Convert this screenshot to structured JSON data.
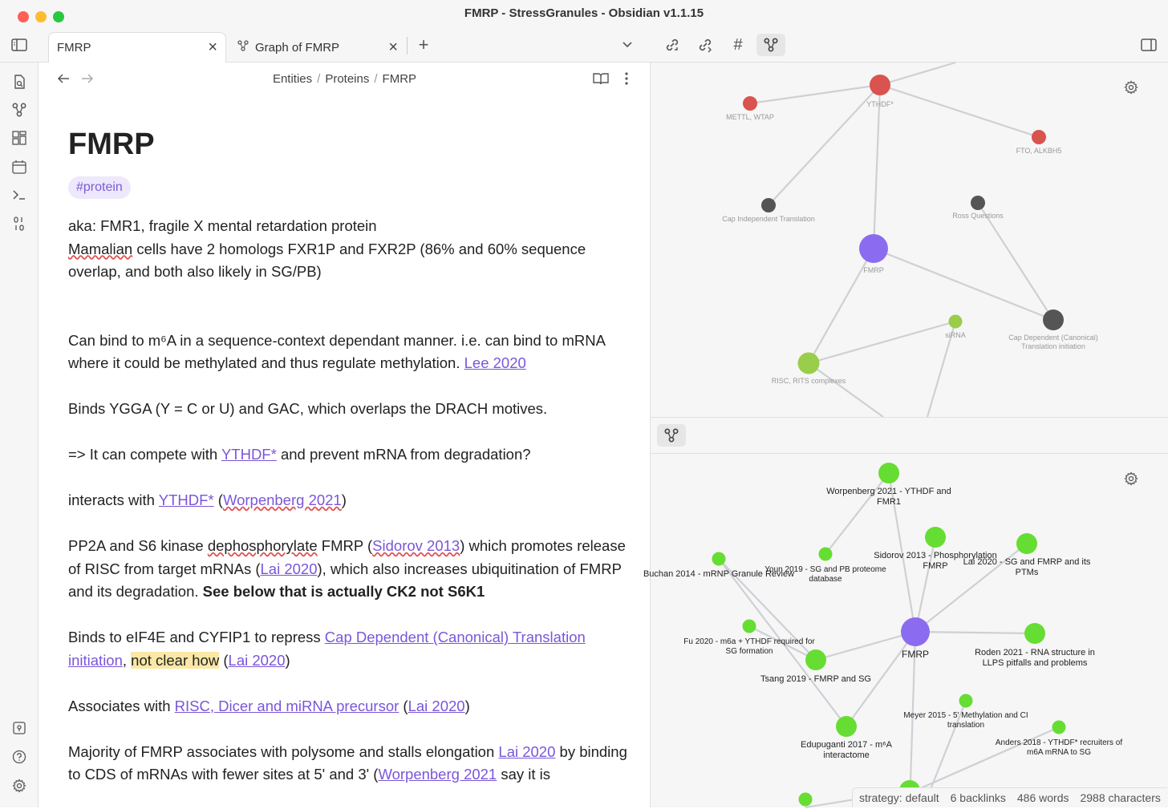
{
  "window": {
    "title": "FMRP - StressGranules - Obsidian v1.1.15"
  },
  "tabs": [
    {
      "label": "FMRP"
    },
    {
      "label": "Graph of FMRP"
    }
  ],
  "breadcrumb": [
    "Entities",
    "Proteins",
    "FMRP"
  ],
  "note": {
    "title": "FMRP",
    "tag": "#protein",
    "aka": "aka: FMR1, fragile X mental retardation protein",
    "homologs_a": "Mamalian",
    "homologs_b": " cells have 2 homologs FXR1P and FXR2P (86% and 60% sequence overlap, and both also likely in SG/PB)",
    "m6a_text": "Can bind to m⁶A in a sequence-context dependant manner. i.e. can bind to mRNA where it could be methylated and thus regulate methylation. ",
    "m6a_link": "Lee 2020",
    "ygga": "Binds YGGA (Y = C or U) and GAC, which overlaps the DRACH motives.",
    "compete_a": "=> It can compete with ",
    "compete_link": "YTHDF*",
    "compete_b": " and prevent mRNA from degradation?",
    "interacts_a": "interacts with ",
    "interacts_link1": "YTHDF*",
    "interacts_mid": " (",
    "interacts_link2": "Worpenberg 2021",
    "interacts_end": ")",
    "pp2a_a": "PP2A and S6 kinase ",
    "pp2a_spell": "dephosphorylate",
    "pp2a_b": " FMRP (",
    "pp2a_link1": "Sidorov 2013",
    "pp2a_c": ") which promotes release of RISC from target mRNAs (",
    "pp2a_link2": "Lai 2020",
    "pp2a_d": "), which also increases ubiquitination of FMRP and its degradation. ",
    "pp2a_bold": "See below that is actually CK2 not S6K1",
    "eif_a": "Binds to eIF4E and CYFIP1 to repress ",
    "eif_link": "Cap Dependent (Canonical) Translation initiation",
    "eif_b": ", ",
    "eif_hl": "not clear how",
    "eif_c": " (",
    "eif_link2": "Lai 2020",
    "eif_d": ")",
    "risc_a": "Associates with ",
    "risc_link": "RISC, Dicer and miRNA precursor",
    "risc_b": " (",
    "risc_link2": "Lai 2020",
    "risc_c": ")",
    "poly_a": "Majority of FMRP associates with polysome and stalls elongation ",
    "poly_link": "Lai 2020",
    "poly_b": " by binding to CDS of mRNAs with fewer sites at 5' and 3' (",
    "poly_link2": "Worpenberg 2021",
    "poly_c": " say it is"
  },
  "local_graph": {
    "nodes": [
      {
        "label": "YTHDF*",
        "color": "#d9534f"
      },
      {
        "label": "METTL, WTAP",
        "color": "#d9534f"
      },
      {
        "label": "FTO, ALKBH5",
        "color": "#d9534f"
      },
      {
        "label": "Cap Independent Translation",
        "color": "#555555"
      },
      {
        "label": "Ross Questions",
        "color": "#555555"
      },
      {
        "label": "FMRP",
        "color": "#8b6cf0"
      },
      {
        "label": "siRNA",
        "color": "#9acd4a"
      },
      {
        "label": "Cap Dependent (Canonical)",
        "color": "#555555"
      },
      {
        "label": "Translation initiation",
        "color": "#555555"
      },
      {
        "label": "RISC, RITS complexes",
        "color": "#9acd4a"
      }
    ]
  },
  "backlink_graph": {
    "nodes": [
      {
        "label1": "Worpenberg 2021 - YTHDF and",
        "label2": "FMR1"
      },
      {
        "label1": "Buchan 2014 - mRNP Granule Review",
        "label2": ""
      },
      {
        "label1": "Youn 2019 - SG and PB proteome",
        "label2": "database"
      },
      {
        "label1": "Sidorov 2013 - Phosphorylation",
        "label2": "FMRP"
      },
      {
        "label1": "Lai 2020 - SG and FMRP and its",
        "label2": "PTMs"
      },
      {
        "label1": "Fu 2020 - m6a + YTHDF required for",
        "label2": "SG formation"
      },
      {
        "label1": "FMRP",
        "label2": ""
      },
      {
        "label1": "Roden 2021 - RNA structure in",
        "label2": "LLPS pitfalls and problems"
      },
      {
        "label1": "Tsang 2019 - FMRP and SG",
        "label2": ""
      },
      {
        "label1": "Meyer 2015 - 5' Methylation and CI",
        "label2": "translation"
      },
      {
        "label1": "Edupuganti 2017 - m⁶A",
        "label2": "interactome"
      },
      {
        "label1": "Anders 2018 - YTHDF* recruiters of",
        "label2": "m6A mRNA to SG"
      }
    ]
  },
  "statusbar": {
    "strategy": "strategy: default",
    "backlinks": "6 backlinks",
    "words": "486 words",
    "chars": "2988 characters"
  },
  "colors": {
    "accent": "#7a56d9",
    "graph_node_green": "#66dd33",
    "graph_node_purple": "#8b6cf0"
  }
}
